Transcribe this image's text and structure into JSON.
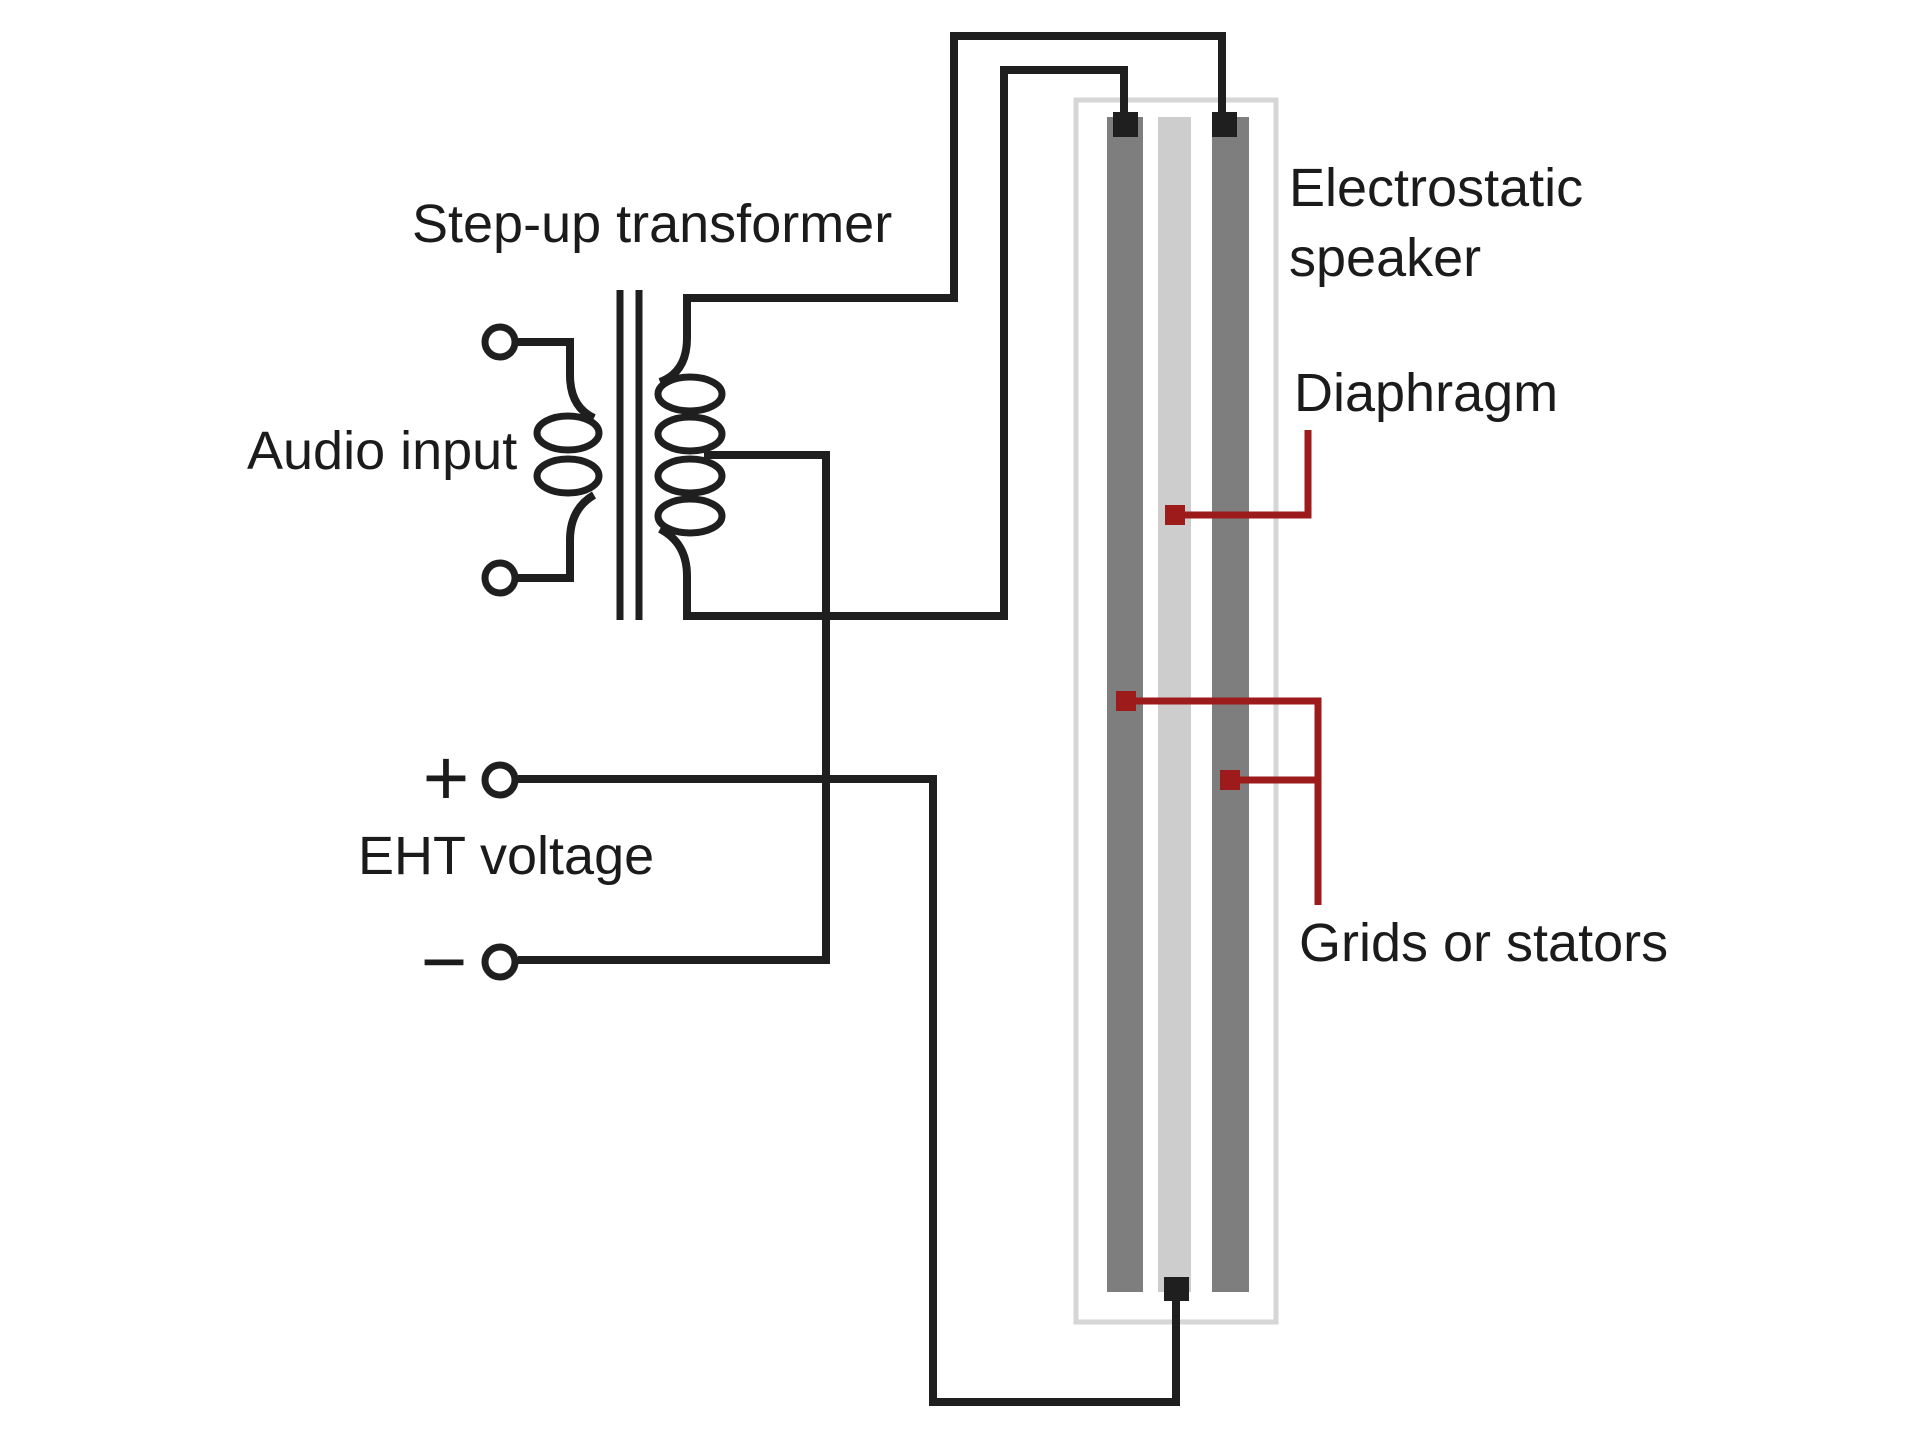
{
  "diagram": {
    "title_context": "Electrostatic speaker drive circuit diagram",
    "labels": {
      "transformer": "Step-up transformer",
      "audio_input": "Audio input",
      "eht_voltage": "EHT voltage",
      "eht_plus": "+",
      "eht_minus": "−",
      "speaker": "Electrostatic speaker",
      "diaphragm": "Diaphragm",
      "grids": "Grids or stators"
    },
    "components": {
      "transformer": "step-up transformer with primary (2 loops) and secondary (4 loops, center tap)",
      "speaker_parts": [
        "left stator",
        "diaphragm",
        "right stator"
      ],
      "terminals": [
        "audio input upper",
        "audio input lower",
        "EHT positive",
        "EHT negative"
      ]
    },
    "colors": {
      "wire": "#1f1f1f",
      "text": "#1b1b1b",
      "annotation": "#9e1b1b",
      "stator": "#7e7e7e",
      "diaphragm": "#cdcdcd",
      "enclosure_border": "#d6d6d6",
      "background": "#ffffff"
    }
  }
}
